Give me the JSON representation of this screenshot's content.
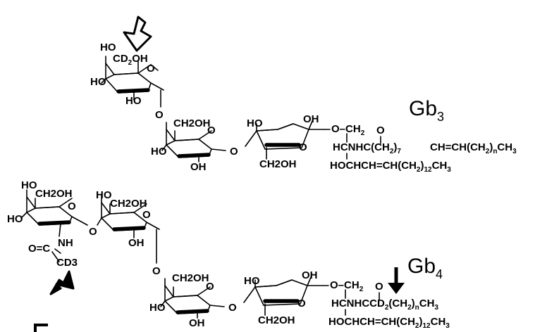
{
  "gb3": {
    "name": "Gb",
    "sub": "3",
    "ring1": {
      "ho_top": "HO",
      "cd2oh_pre": "CD",
      "cd2oh_sub": "2",
      "cd2oh_post": "OH",
      "ho_left": "HO",
      "ho_bottom": "HO"
    },
    "ring2": {
      "ch2oh": "CH2OH",
      "ho_left": "HO",
      "oh_bottom": "OH",
      "o_link": "O"
    },
    "ring3": {
      "ho": "HO",
      "oh_top": "OH",
      "ch2oh": "CH2OH",
      "o_link": "O"
    },
    "ceramide": {
      "o_ch2": "O–CH",
      "o_ch2_sub": "2",
      "carbonyl_o": "O",
      "amide_pre": "HCNHC(CH",
      "amide_sub1": "2",
      "amide_post": ")",
      "amide_sub2": "7",
      "chain_pre": "CH=CH(CH",
      "chain_sub1": "2",
      "chain_post": ")",
      "chain_sub2": "n",
      "chain_end": "CH",
      "chain_sub3": "3",
      "sph_pre": "HOCHCH=CH(CH",
      "sph_sub1": "2",
      "sph_post": ")",
      "sph_sub2": "12",
      "sph_end": "CH",
      "sph_sub3": "3"
    }
  },
  "gb4": {
    "name": "Gb",
    "sub": "4",
    "ring1": {
      "ho": "HO",
      "ch2oh": "CH2OH",
      "ho_left": "HO",
      "nh": "NH",
      "o_c": "O=C",
      "cd3": "CD3"
    },
    "ring2": {
      "ho": "HO",
      "ch2oh": "CH2OH",
      "o_link": "O",
      "oh": "OH"
    },
    "ring3": {
      "ch2oh": "CH2OH",
      "ho_left": "HO",
      "oh_bottom": "OH",
      "o_link": "O"
    },
    "ring4": {
      "ho": "HO",
      "oh_top": "OH",
      "ch2oh": "CH2OH",
      "o_link": "O"
    },
    "ceramide": {
      "o_ch2": "O–CH",
      "o_ch2_sub": "2",
      "carbonyl_o": "O",
      "amide_pre": "HCNHCCD",
      "amide_sub1": "2",
      "amide_post": "(CH",
      "amide_sub2": "2",
      "amide_post2": ")",
      "amide_sub3": "n",
      "amide_end": "CH",
      "amide_sub4": "3",
      "sph_pre": "HOCHCH=CH(CH",
      "sph_sub1": "2",
      "sph_post": ")",
      "sph_sub2": "12",
      "sph_end": "CH",
      "sph_sub3": "3"
    }
  }
}
